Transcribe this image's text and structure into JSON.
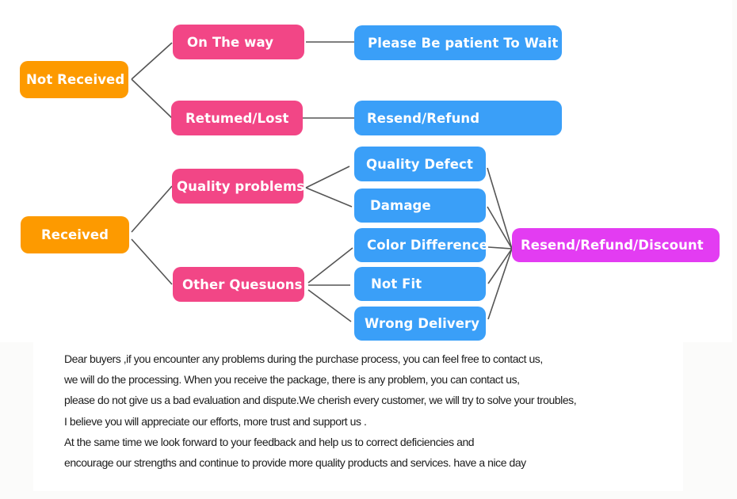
{
  "colors": {
    "category": "#fd9a00",
    "subcategory": "#f24686",
    "resolution": "#3a9ff8",
    "final": "#e33cf2"
  },
  "diagram": {
    "not_received": {
      "label": "Not Received",
      "branches": [
        {
          "label": "On The way",
          "result": "Please Be patient To Wait"
        },
        {
          "label": "Retumed/Lost",
          "result": "Resend/Refund"
        }
      ]
    },
    "received": {
      "label": "Received",
      "branches": [
        {
          "label": "Quality problems",
          "issues": [
            "Quality Defect",
            "Damage"
          ]
        },
        {
          "label": "Other Quesuons",
          "issues": [
            "Color Difference",
            "Not Fit",
            "Wrong Delivery"
          ]
        }
      ],
      "result": "Resend/Refund/Discount"
    }
  },
  "note": {
    "lines": [
      "Dear buyers ,if you encounter any problems during the purchase process, you can feel free to contact us,",
      "we will do the processing. When you receive the package, there is any problem, you can contact us,",
      "please do not give us a bad evaluation and dispute.We cherish every customer, we will try to solve your troubles,",
      "I believe you will appreciate our efforts, more trust and support us .",
      "At the same time we look forward to your feedback and help us to correct deficiencies and",
      "encourage our strengths and continue to provide more quality products and services. have a nice day"
    ]
  }
}
